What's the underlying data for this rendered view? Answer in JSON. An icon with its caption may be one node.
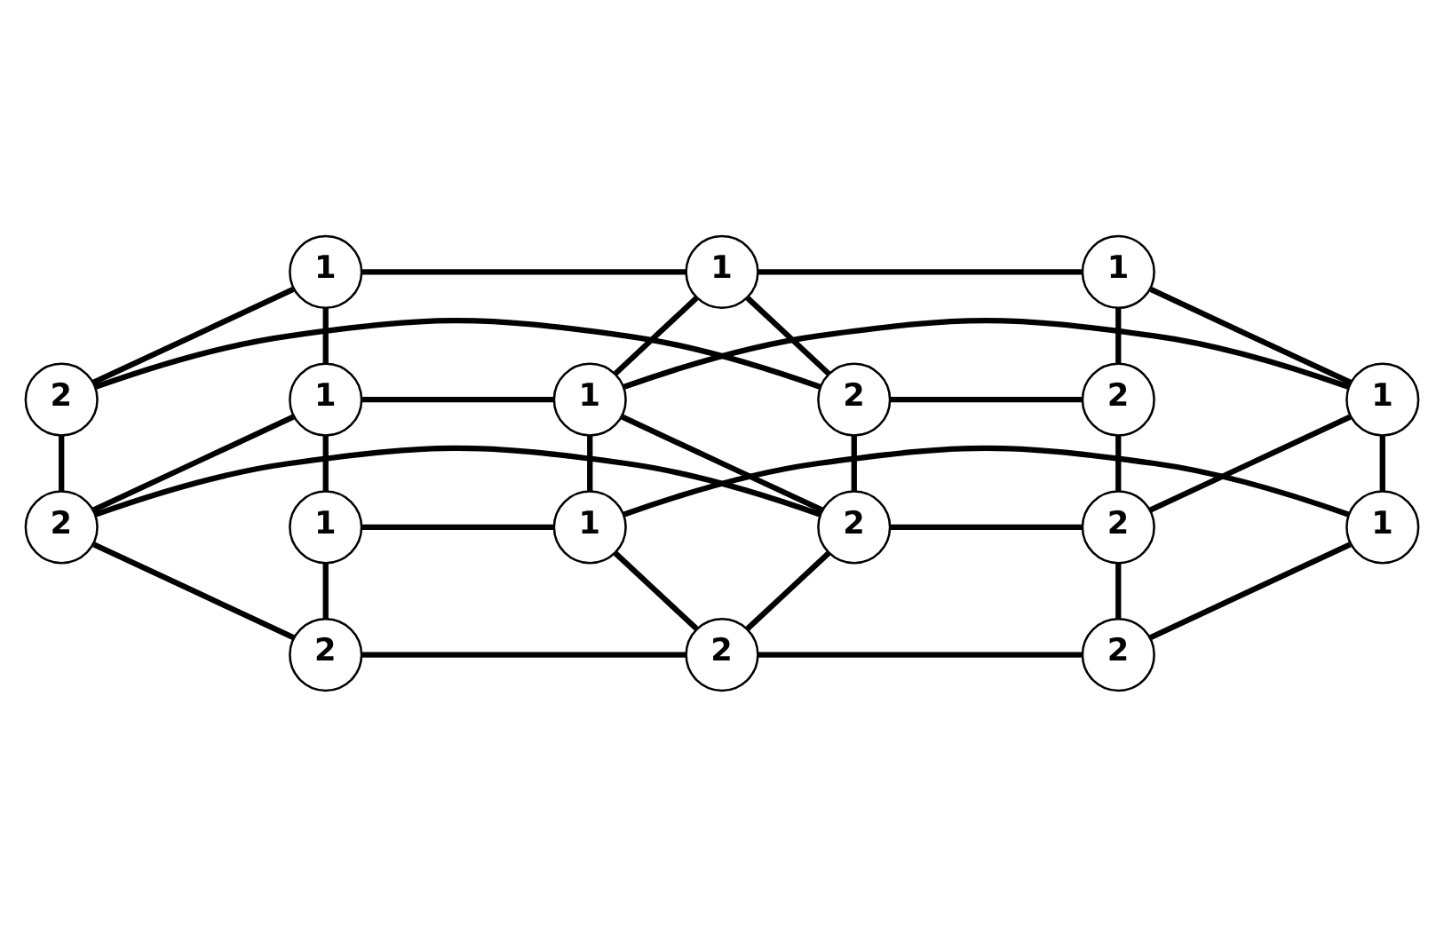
{
  "diagram": {
    "nodes": [
      {
        "text": [
          "1"
        ]
      },
      {
        "text": [
          "1"
        ]
      },
      {
        "text": [
          "1"
        ]
      },
      {
        "text": [
          "2"
        ]
      },
      {
        "text": [
          "2"
        ]
      },
      {
        "text": [
          "2"
        ]
      },
      {
        "text": [
          "1"
        ]
      },
      {
        "text": [
          "1"
        ]
      },
      {
        "text": [
          "1"
        ]
      },
      {
        "text": [
          "2"
        ]
      },
      {
        "text": [
          "2"
        ]
      },
      {
        "text": [
          "2"
        ]
      },
      {
        "text": [
          "1"
        ]
      },
      {
        "text": [
          "1"
        ]
      },
      {
        "text": [
          "1"
        ]
      },
      {
        "text": [
          "2"
        ]
      },
      {
        "text": [
          "2"
        ]
      },
      {
        "text": [
          "2"
        ]
      }
    ],
    "edges": [
      {
        "from": 0,
        "to": 1,
        "arrow": "none"
      },
      {
        "from": 1,
        "to": 2,
        "arrow": "none"
      },
      {
        "from": 0,
        "to": 3,
        "arrow": "none"
      },
      {
        "from": 1,
        "to": 4,
        "arrow": "none"
      },
      {
        "from": 2,
        "to": 5,
        "arrow": "none"
      },
      {
        "from": 3,
        "to": 4,
        "arrow": "none"
      },
      {
        "from": 4,
        "to": 5,
        "arrow": "none"
      },
      {
        "from": 0,
        "to": 6,
        "arrow": "none"
      },
      {
        "from": 1,
        "to": 7,
        "arrow": "none"
      },
      {
        "from": 2,
        "to": 8,
        "arrow": "none"
      },
      {
        "from": 3,
        "to": 9,
        "arrow": "none"
      },
      {
        "from": 4,
        "to": 10,
        "arrow": "none"
      },
      {
        "from": 5,
        "to": 11,
        "arrow": "none"
      },
      {
        "from": 6,
        "to": 7,
        "arrow": "none"
      },
      {
        "from": 7,
        "to": 8,
        "arrow": "none"
      },
      {
        "from": 6,
        "to": 9,
        "arrow": "none"
      },
      {
        "from": 7,
        "to": 10,
        "arrow": "none"
      },
      {
        "from": 8,
        "to": 11,
        "arrow": "none"
      },
      {
        "from": 9,
        "to": 10,
        "arrow": "none"
      },
      {
        "from": 10,
        "to": 11,
        "arrow": "none"
      },
      {
        "from": 6,
        "to": 12,
        "arrow": "none"
      },
      {
        "from": 7,
        "to": 13,
        "arrow": "none"
      },
      {
        "from": 8,
        "to": 14,
        "arrow": "none"
      },
      {
        "from": 9,
        "to": 15,
        "arrow": "none"
      },
      {
        "from": 10,
        "to": 16,
        "arrow": "none"
      },
      {
        "from": 11,
        "to": 17,
        "arrow": "none"
      },
      {
        "from": 12,
        "to": 13,
        "arrow": "none"
      },
      {
        "from": 13,
        "to": 14,
        "arrow": "none"
      },
      {
        "from": 12,
        "to": 15,
        "arrow": "none"
      },
      {
        "from": 13,
        "to": 16,
        "arrow": "none"
      },
      {
        "from": 14,
        "to": 17,
        "arrow": "none"
      },
      {
        "from": 15,
        "to": 16,
        "arrow": "none"
      },
      {
        "from": 16,
        "to": 17,
        "arrow": "none"
      }
    ]
  }
}
